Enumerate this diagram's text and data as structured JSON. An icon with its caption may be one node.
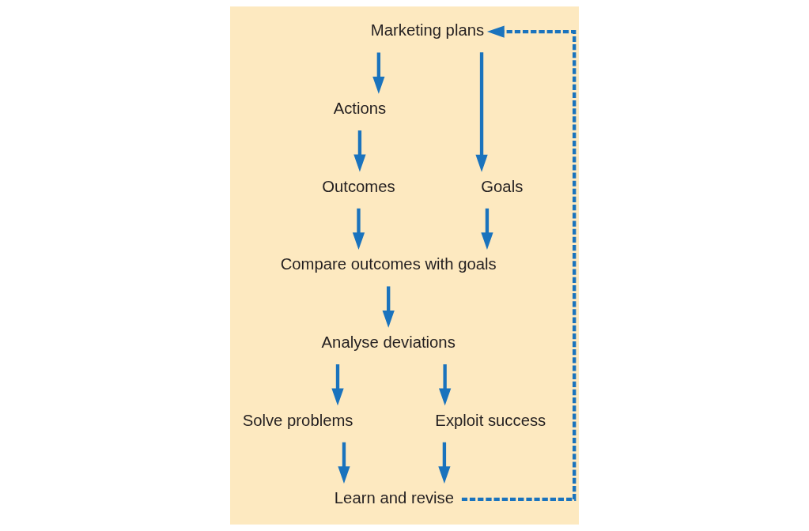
{
  "diagram": {
    "nodes": [
      {
        "text": [
          "Marketing plans"
        ]
      },
      {
        "text": [
          "Actions"
        ]
      },
      {
        "text": [
          "Outcomes"
        ]
      },
      {
        "text": [
          "Goals"
        ]
      },
      {
        "text": [
          "Compare outcomes with goals"
        ]
      },
      {
        "text": [
          "Analyse deviations"
        ]
      },
      {
        "text": [
          "Solve problems"
        ]
      },
      {
        "text": [
          "Exploit success"
        ]
      },
      {
        "text": [
          "Learn and revise"
        ]
      }
    ],
    "edges": [
      {
        "from": 0,
        "to": 1,
        "arrow": "to"
      },
      {
        "from": 0,
        "to": 3,
        "arrow": "to"
      },
      {
        "from": 1,
        "to": 2,
        "arrow": "to"
      },
      {
        "from": 2,
        "to": 4,
        "arrow": "to"
      },
      {
        "from": 3,
        "to": 4,
        "arrow": "to"
      },
      {
        "from": 4,
        "to": 5,
        "arrow": "to"
      },
      {
        "from": 5,
        "to": 6,
        "arrow": "to"
      },
      {
        "from": 5,
        "to": 7,
        "arrow": "to"
      },
      {
        "from": 6,
        "to": 8,
        "arrow": "to"
      },
      {
        "from": 7,
        "to": 8,
        "arrow": "to"
      },
      {
        "from": 8,
        "to": 0,
        "arrow": "to",
        "style": "dashed"
      }
    ]
  }
}
